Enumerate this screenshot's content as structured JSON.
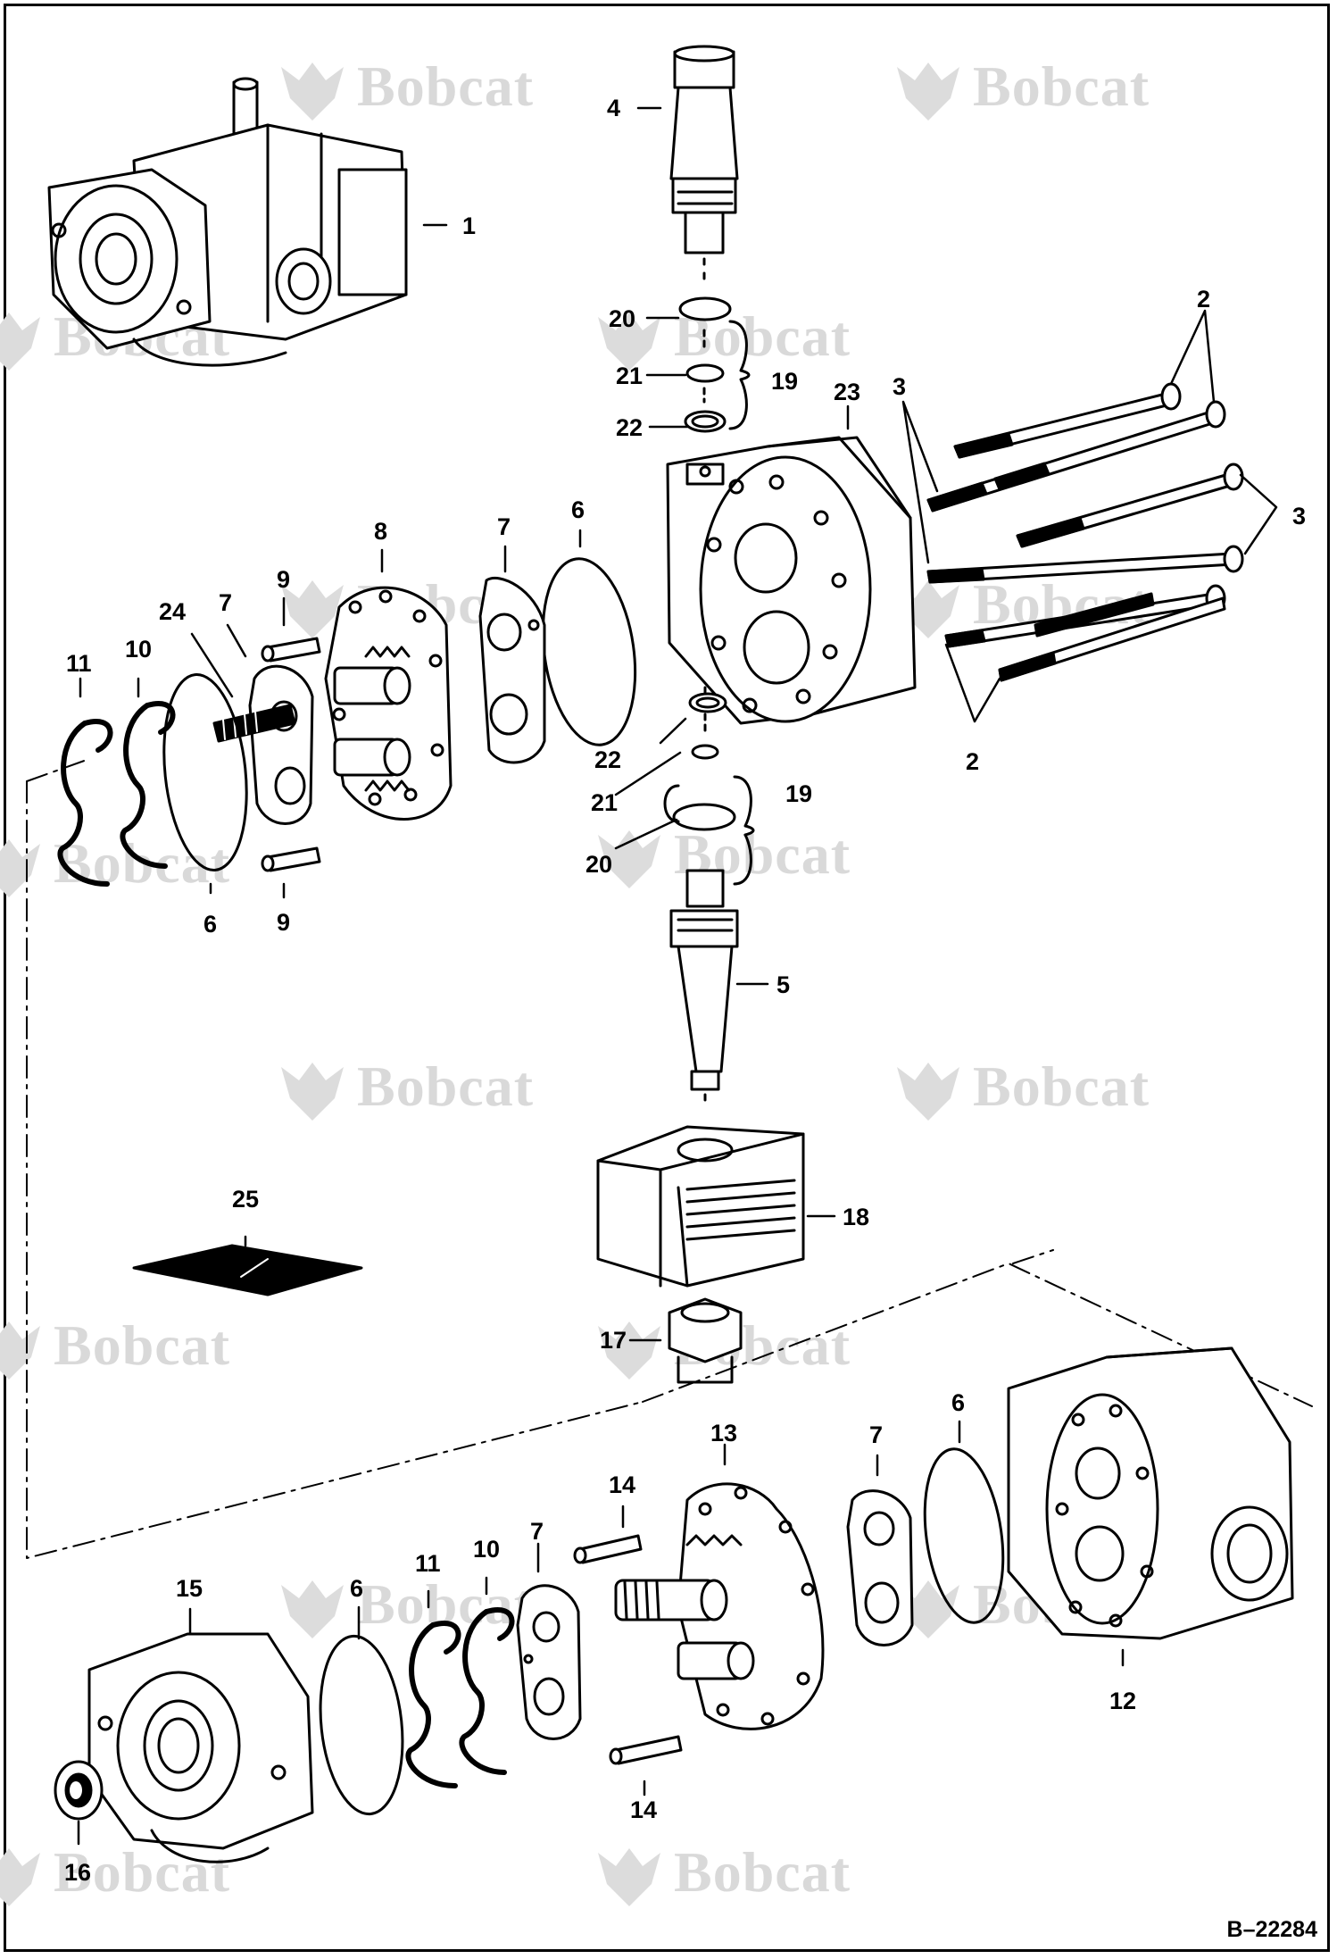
{
  "watermark": {
    "text": "Bobcat"
  },
  "document_id": "B–22284",
  "callouts": [
    {
      "id": "c1",
      "text": "1"
    },
    {
      "id": "c2a",
      "text": "2"
    },
    {
      "id": "c2b",
      "text": "2"
    },
    {
      "id": "c3a",
      "text": "3"
    },
    {
      "id": "c3b",
      "text": "3"
    },
    {
      "id": "c4",
      "text": "4"
    },
    {
      "id": "c5",
      "text": "5"
    },
    {
      "id": "c6a",
      "text": "6"
    },
    {
      "id": "c6b",
      "text": "6"
    },
    {
      "id": "c6c",
      "text": "6"
    },
    {
      "id": "c6d",
      "text": "6"
    },
    {
      "id": "c7a",
      "text": "7"
    },
    {
      "id": "c7b",
      "text": "7"
    },
    {
      "id": "c7c",
      "text": "7"
    },
    {
      "id": "c7d",
      "text": "7"
    },
    {
      "id": "c8",
      "text": "8"
    },
    {
      "id": "c9a",
      "text": "9"
    },
    {
      "id": "c9b",
      "text": "9"
    },
    {
      "id": "c10a",
      "text": "10"
    },
    {
      "id": "c10b",
      "text": "10"
    },
    {
      "id": "c11a",
      "text": "11"
    },
    {
      "id": "c11b",
      "text": "11"
    },
    {
      "id": "c12",
      "text": "12"
    },
    {
      "id": "c13",
      "text": "13"
    },
    {
      "id": "c14a",
      "text": "14"
    },
    {
      "id": "c14b",
      "text": "14"
    },
    {
      "id": "c15",
      "text": "15"
    },
    {
      "id": "c16",
      "text": "16"
    },
    {
      "id": "c17",
      "text": "17"
    },
    {
      "id": "c18",
      "text": "18"
    },
    {
      "id": "c19a",
      "text": "19"
    },
    {
      "id": "c19b",
      "text": "19"
    },
    {
      "id": "c20a",
      "text": "20"
    },
    {
      "id": "c20b",
      "text": "20"
    },
    {
      "id": "c21a",
      "text": "21"
    },
    {
      "id": "c21b",
      "text": "21"
    },
    {
      "id": "c22a",
      "text": "22"
    },
    {
      "id": "c22b",
      "text": "22"
    },
    {
      "id": "c23",
      "text": "23"
    },
    {
      "id": "c24",
      "text": "24"
    },
    {
      "id": "c25",
      "text": "25"
    }
  ]
}
